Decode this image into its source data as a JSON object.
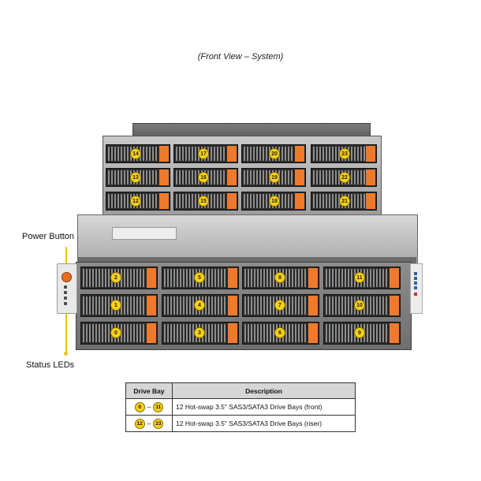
{
  "caption": "(Front View – System)",
  "callouts": {
    "power_button": "Power Button",
    "status_leds": "Status LEDs"
  },
  "colors": {
    "bay_number_badge": "#f7d117",
    "tray_latch": "#f07a2c",
    "leader_line": "#f3c21a",
    "power_button": "#e86d1d"
  },
  "riser_bays": [
    [
      "14",
      "17",
      "20",
      "23"
    ],
    [
      "13",
      "16",
      "19",
      "22"
    ],
    [
      "12",
      "15",
      "18",
      "21"
    ]
  ],
  "front_bays": [
    [
      "2",
      "5",
      "8",
      "11"
    ],
    [
      "1",
      "4",
      "7",
      "10"
    ],
    [
      "0",
      "3",
      "6",
      "9"
    ]
  ],
  "table": {
    "headers": [
      "Drive Bay",
      "Description"
    ],
    "rows": [
      {
        "bay_start": "0",
        "dash": "–",
        "bay_end": "11",
        "description": "12 Hot-swap 3.5\" SAS3/SATA3 Drive Bays (front)"
      },
      {
        "bay_start": "12",
        "dash": "–",
        "bay_end": "23",
        "description": "12 Hot-swap 3.5\" SAS3/SATA3 Drive Bays (riser)"
      }
    ]
  }
}
